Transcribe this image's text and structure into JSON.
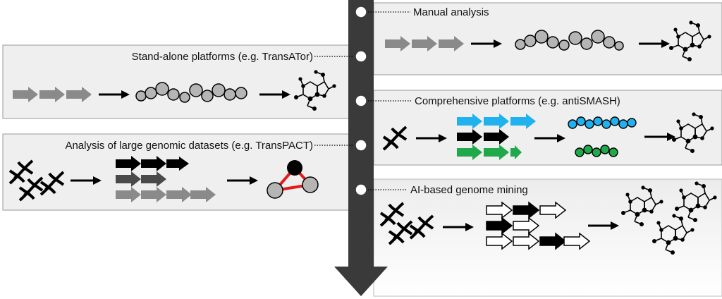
{
  "timeline": {
    "stages": [
      {
        "label": "Manual analysis"
      },
      {
        "label": "Stand-alone platforms (e.g. TransATor)"
      },
      {
        "label": "Comprehensive platforms (e.g. antiSMASH)"
      },
      {
        "label": "Analysis of large genomic datasets (e.g. TransPACT)"
      },
      {
        "label": "AI-based genome mining"
      }
    ]
  },
  "colors": {
    "timeline_bar": "#3a3a3a",
    "panel_fill": "#efefef",
    "gene_gray": "#8a8a8a",
    "gene_dark": "#4a4a4a",
    "gene_black": "#000000",
    "gene_cyan": "#1fb2ee",
    "gene_green": "#1fa94a",
    "module_gray": "#b5b5b5",
    "network_edge": "#e31b1b"
  },
  "icons": [
    "gene-arrow-icon",
    "polyketide-module-icon",
    "molecule-structure-icon",
    "dna-helix-icon",
    "network-graph-icon",
    "process-arrow-icon"
  ]
}
